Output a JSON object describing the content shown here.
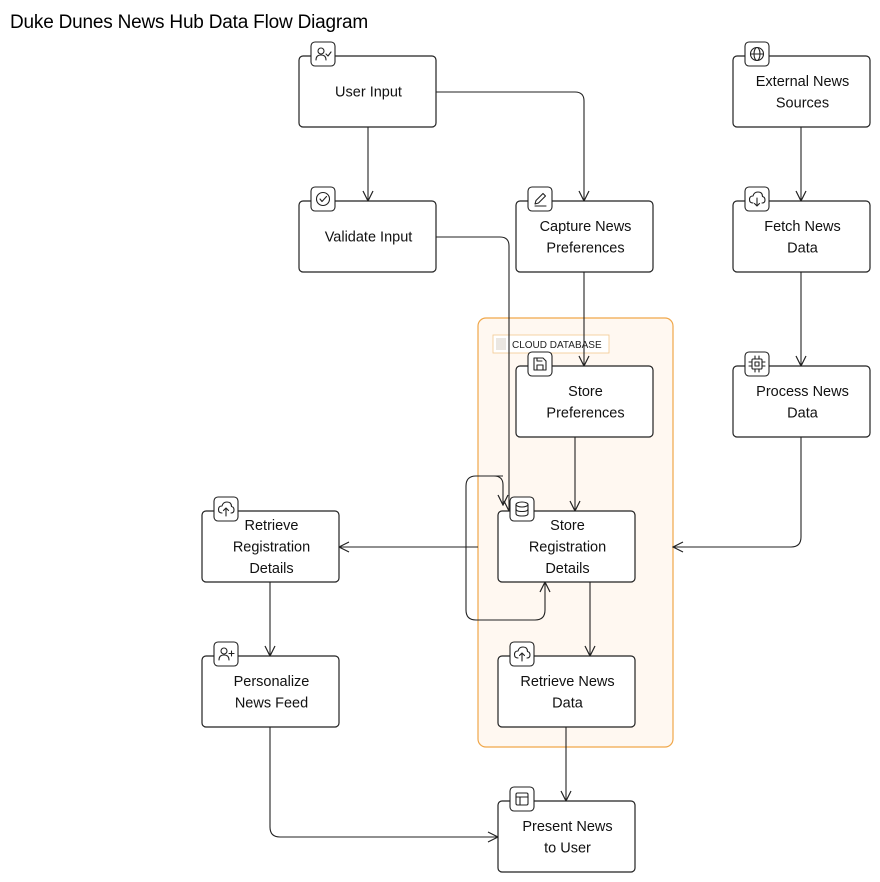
{
  "title": "Duke Dunes News Hub Data Flow Diagram",
  "group": {
    "label": "CLOUD DATABASE",
    "fill": "#fff8f1",
    "stroke": "#f0a74a"
  },
  "nodes": [
    {
      "id": "user-input",
      "lines": [
        "User Input"
      ],
      "icon": "user-check-icon"
    },
    {
      "id": "external-news-sources",
      "lines": [
        "External News",
        "Sources"
      ],
      "icon": "globe-icon"
    },
    {
      "id": "validate-input",
      "lines": [
        "Validate Input"
      ],
      "icon": "check-circle-icon"
    },
    {
      "id": "capture-news-preferences",
      "lines": [
        "Capture News",
        "Preferences"
      ],
      "icon": "pencil-icon"
    },
    {
      "id": "fetch-news-data",
      "lines": [
        "Fetch News",
        "Data"
      ],
      "icon": "cloud-download-icon"
    },
    {
      "id": "store-preferences",
      "lines": [
        "Store",
        "Preferences"
      ],
      "icon": "save-icon"
    },
    {
      "id": "process-news-data",
      "lines": [
        "Process News",
        "Data"
      ],
      "icon": "cpu-icon"
    },
    {
      "id": "retrieve-registration-details",
      "lines": [
        "Retrieve",
        "Registration",
        "Details"
      ],
      "icon": "cloud-upload-icon"
    },
    {
      "id": "store-registration-details",
      "lines": [
        "Store",
        "Registration",
        "Details"
      ],
      "icon": "database-icon"
    },
    {
      "id": "personalize-news-feed",
      "lines": [
        "Personalize",
        "News Feed"
      ],
      "icon": "user-plus-icon"
    },
    {
      "id": "retrieve-news-data",
      "lines": [
        "Retrieve News",
        "Data"
      ],
      "icon": "cloud-upload-icon"
    },
    {
      "id": "present-news-to-user",
      "lines": [
        "Present News",
        "to User"
      ],
      "icon": "layout-icon"
    }
  ],
  "edges": [
    {
      "from": "user-input",
      "to": "validate-input"
    },
    {
      "from": "user-input",
      "to": "capture-news-preferences"
    },
    {
      "from": "external-news-sources",
      "to": "fetch-news-data"
    },
    {
      "from": "validate-input",
      "to": "store-registration-details"
    },
    {
      "from": "capture-news-preferences",
      "to": "store-preferences"
    },
    {
      "from": "fetch-news-data",
      "to": "process-news-data"
    },
    {
      "from": "store-preferences",
      "to": "store-registration-details"
    },
    {
      "from": "process-news-data",
      "to": "store-registration-details"
    },
    {
      "from": "store-registration-details",
      "to": "retrieve-registration-details"
    },
    {
      "from": "store-registration-details",
      "to": "store-registration-details"
    },
    {
      "from": "store-registration-details",
      "to": "retrieve-news-data"
    },
    {
      "from": "retrieve-registration-details",
      "to": "personalize-news-feed"
    },
    {
      "from": "personalize-news-feed",
      "to": "present-news-to-user"
    },
    {
      "from": "retrieve-news-data",
      "to": "present-news-to-user"
    }
  ]
}
